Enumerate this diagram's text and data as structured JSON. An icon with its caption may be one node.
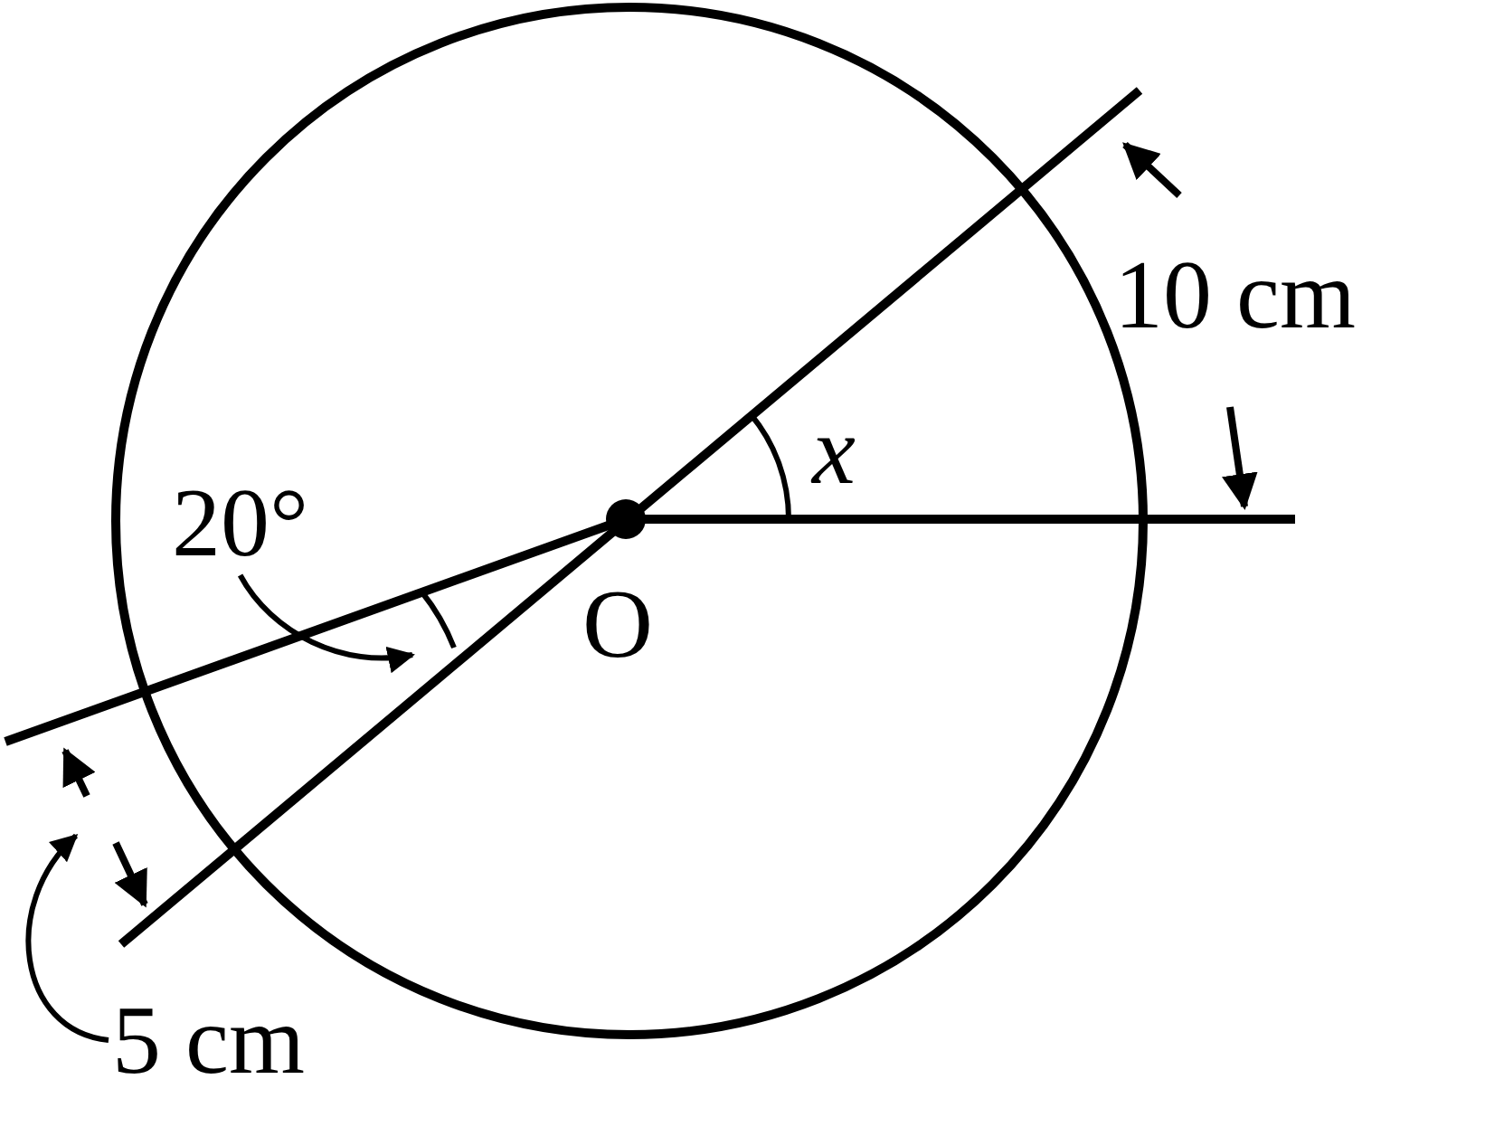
{
  "diagram": {
    "nodes": [
      {
        "text": [
          "20°"
        ]
      },
      {
        "text": [
          "5 cm"
        ]
      }
    ],
    "edges": [
      {
        "from": 0,
        "to": null,
        "arrow": "to"
      },
      {
        "from": 1,
        "to": null,
        "arrow": "to"
      }
    ],
    "labels": [
      "10 cm",
      "x",
      "O"
    ]
  }
}
